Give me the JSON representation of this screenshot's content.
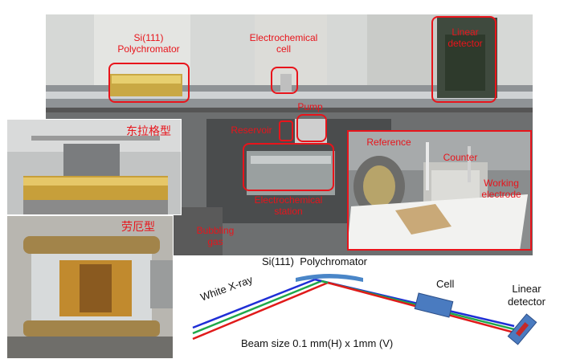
{
  "labels": {
    "polychromator": "Si(111)\nPolychromator",
    "electrochemical_cell": "Electrochemical\ncell",
    "linear_detector": "Linear\ndetector",
    "pump": "Pump",
    "reservoir": "Reservoir",
    "electrochemical_station": "Electrochemical\nstation",
    "bubbling_gas": "Bubbling\ngas",
    "reference": "Reference",
    "counter": "Counter",
    "working_electrode": "Working\nelectrode",
    "type_a": "东拉格型",
    "type_b": "劳厄型"
  },
  "diagram": {
    "polychromator": "Si(111)  Polychromator",
    "white_xray": "White X-ray",
    "cell": "Cell",
    "linear_detector": "Linear\ndetector",
    "beam_size": "Beam size 0.1 mm(H) x 1mm (V)"
  },
  "colors": {
    "annotation_red": "#e8141b",
    "beam_blue": "#1f2fd6",
    "beam_green": "#1fa84a",
    "beam_red": "#e01a1a",
    "crystal_blue": "#4a86c8"
  }
}
